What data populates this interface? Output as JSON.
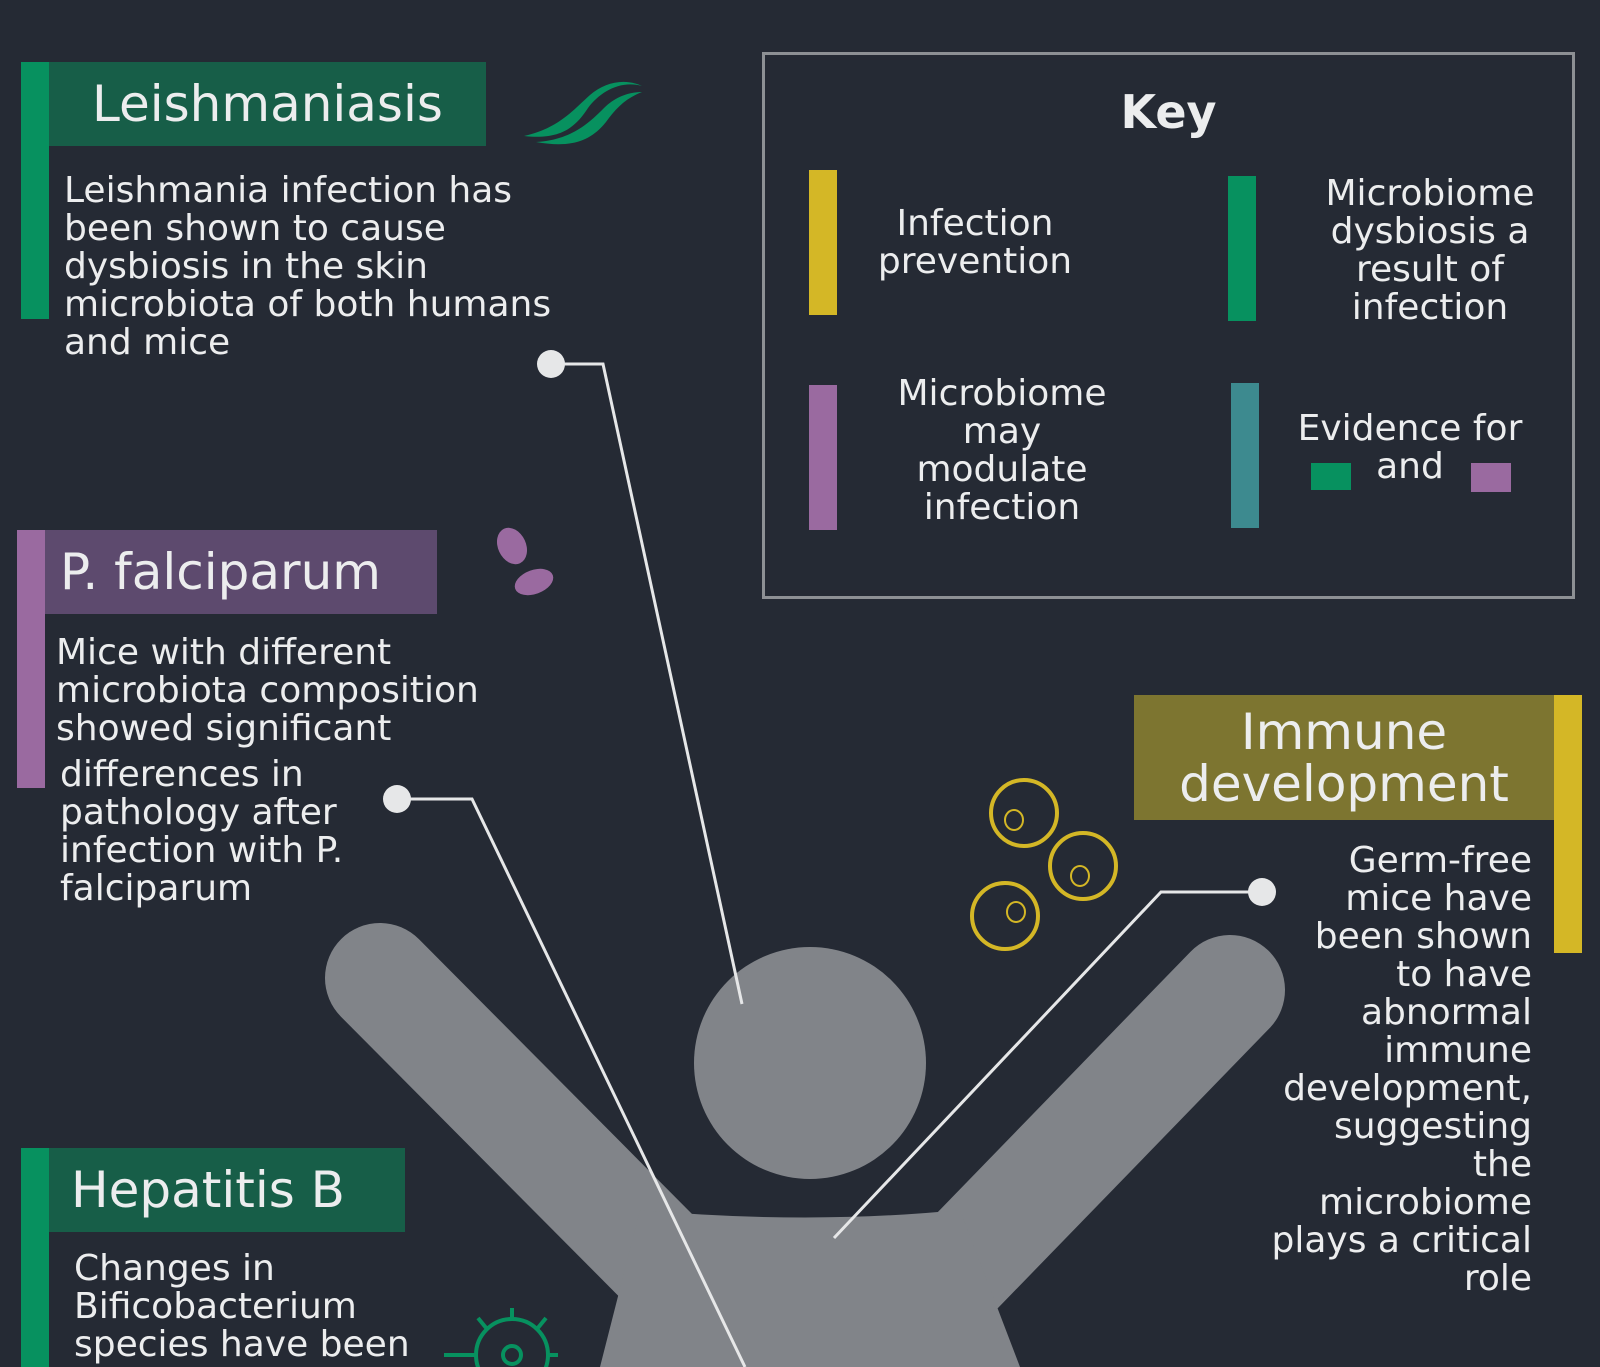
{
  "leishmaniasis": {
    "title": "Leishmaniasis",
    "text": "Leishmania infection has\nbeen shown to cause\ndysbiosis in the skin\nmicrobiota of both humans\nand mice"
  },
  "falciparum": {
    "title": "P. falciparum",
    "text_a": "Mice with different\nmicrobiota composition\nshowed significant",
    "text_b": "differences in\npathology after\ninfection with P.\nfalciparum"
  },
  "hepatitis": {
    "title": "Hepatitis B",
    "text": "Changes in\nBificobacterium\nspecies have been"
  },
  "immune": {
    "title_line1": "Immune",
    "title_line2": "development",
    "text": "Germ-free\nmice have\nbeen shown\nto have\nabnormal\nimmune\ndevelopment,\nsuggesting\nthe\nmicrobiome\nplays a critical\nrole"
  },
  "key": {
    "title": "Key",
    "items": [
      {
        "label": "Infection\nprevention",
        "color": "#d4b726"
      },
      {
        "label": "Microbiome\ndysbiosis a\nresult of\ninfection",
        "color": "#07915f"
      },
      {
        "label": "Microbiome\nmay\nmodulate\ninfection",
        "color": "#9a6aa0"
      },
      {
        "label": "Evidence for\nand",
        "color": "#3d8a8f"
      }
    ]
  },
  "colors": {
    "background": "#252a34",
    "green": "#07915f",
    "green_dark": "#175e48",
    "purple": "#9a6aa0",
    "purple_dark": "#5d4a6e",
    "olive": "#7d7530",
    "yellow": "#d4b726",
    "teal": "#3d8a8f",
    "figure": "#818489",
    "connector": "#e6e7e8"
  },
  "icons": [
    "leaf-icon",
    "parasite-icon",
    "virus-icon",
    "cell-icon"
  ]
}
